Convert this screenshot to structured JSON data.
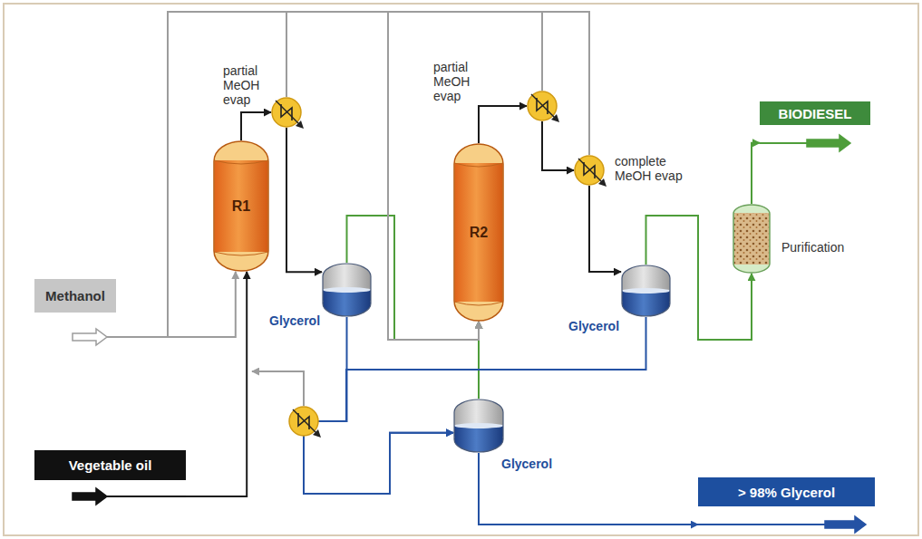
{
  "diagram": {
    "nodes": [
      {
        "text": [
          "Methanol"
        ]
      },
      {
        "text": [
          "Vegetable oil"
        ]
      },
      {
        "text": [
          "R1"
        ]
      },
      {
        "text": [
          "partial MeOH evap"
        ]
      },
      {
        "text": [
          "Glycerol"
        ]
      },
      {
        "text": [
          "R2"
        ]
      },
      {
        "text": [
          "partial MeOH evap"
        ]
      },
      {
        "text": [
          "complete MeOH evap"
        ]
      },
      {
        "text": [
          "Glycerol"
        ]
      },
      {
        "text": [
          "Purification"
        ]
      },
      {
        "text": [
          "BIODIESEL"
        ]
      },
      {
        "text": [
          "Glycerol"
        ]
      },
      {
        "text": [
          "> 98% Glycerol"
        ]
      }
    ],
    "edges": [
      {
        "from": 0,
        "to": 2,
        "arrow": "to"
      },
      {
        "from": 1,
        "to": 2,
        "arrow": "to"
      },
      {
        "from": 2,
        "to": 3,
        "arrow": "to"
      },
      {
        "from": 3,
        "to": 4,
        "arrow": "to"
      },
      {
        "from": 4,
        "to": 5,
        "arrow": "to"
      },
      {
        "from": 5,
        "to": 6,
        "arrow": "to"
      },
      {
        "from": 6,
        "to": 7,
        "arrow": "to"
      },
      {
        "from": 7,
        "to": 8,
        "arrow": "to"
      },
      {
        "from": 8,
        "to": 9,
        "arrow": "to"
      },
      {
        "from": 9,
        "to": 10,
        "arrow": "to"
      },
      {
        "from": 11,
        "to": 12,
        "arrow": "to"
      },
      {
        "from": 11,
        "to": 5,
        "arrow": "to"
      },
      {
        "from": 4,
        "to": 11,
        "arrow": "to"
      },
      {
        "from": 8,
        "to": 11,
        "arrow": "to"
      },
      {
        "from": 0,
        "to": 5,
        "arrow": "to"
      },
      {
        "from": 3,
        "to": 5,
        "arrow": "to"
      },
      {
        "from": 6,
        "to": 5,
        "arrow": "to"
      },
      {
        "from": 7,
        "to": 5,
        "arrow": "to"
      }
    ]
  }
}
